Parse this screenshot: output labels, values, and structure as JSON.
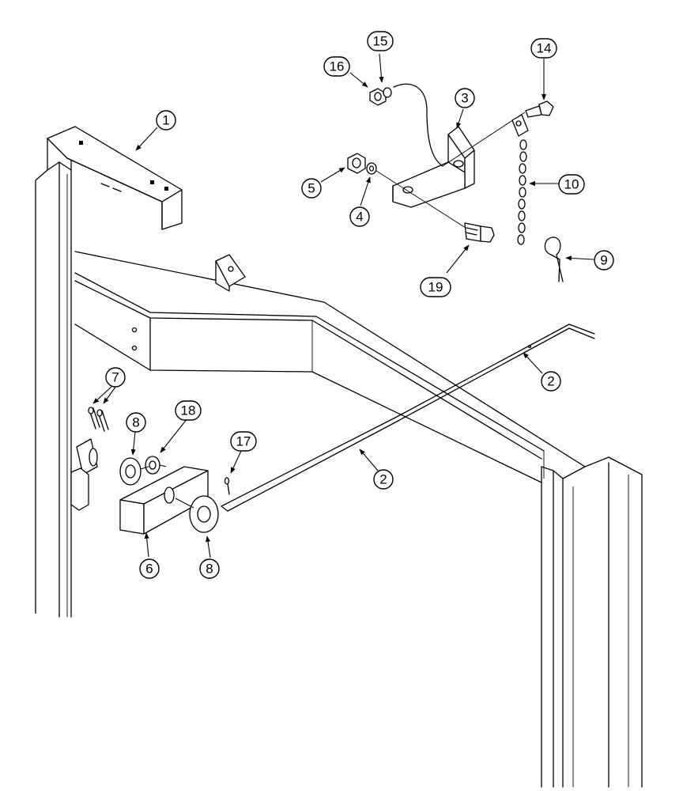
{
  "diagram": {
    "callouts": [
      "1",
      "2",
      "2",
      "3",
      "4",
      "5",
      "6",
      "7",
      "8",
      "8",
      "9",
      "10",
      "14",
      "15",
      "16",
      "17",
      "18",
      "19"
    ]
  }
}
